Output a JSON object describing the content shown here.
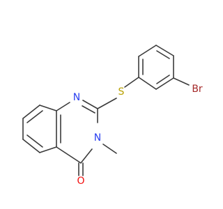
{
  "molecule": {
    "atoms": {
      "nitrogen_top": "N",
      "nitrogen_methyl": "N",
      "sulfur": "S",
      "bromine": "Br",
      "oxygen": "O"
    },
    "colors": {
      "bond": "#3a3a3a",
      "nitrogen": "#2a40f0",
      "sulfur": "#b8a000",
      "bromine": "#a52a2a",
      "oxygen": "#f20d0d"
    }
  }
}
